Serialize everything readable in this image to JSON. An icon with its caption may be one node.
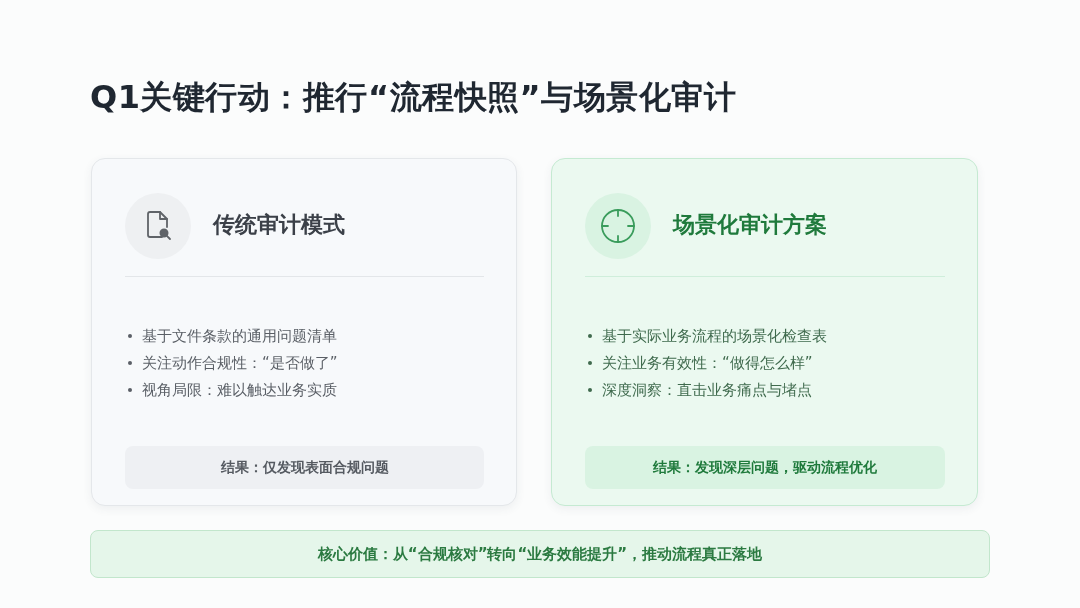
{
  "diagram": {
    "title": "Q1关键行动：推行“流程快照”与场景化审计",
    "nodes": [
      {
        "text": [
          "传统审计模式",
          "基于文件条款的通用问题清单",
          "关注动作合规性：“是否做了”",
          "视角局限：难以触达业务实质"
        ]
      },
      {
        "text": [
          "结果：仅发现表面合规问题"
        ],
        "in": 0
      },
      {
        "text": [
          "场景化审计方案",
          "基于实际业务流程的场景化检查表",
          "关注业务有效性：“做得怎么样”",
          "深度洞察：直击业务痛点与堵点"
        ]
      },
      {
        "text": [
          "结果：发现深层问题，驱动流程优化"
        ],
        "in": 2
      },
      {
        "text": [
          "核心价值：从“合规核对”转向“业务效能提升”，推动流程真正落地"
        ]
      }
    ]
  }
}
